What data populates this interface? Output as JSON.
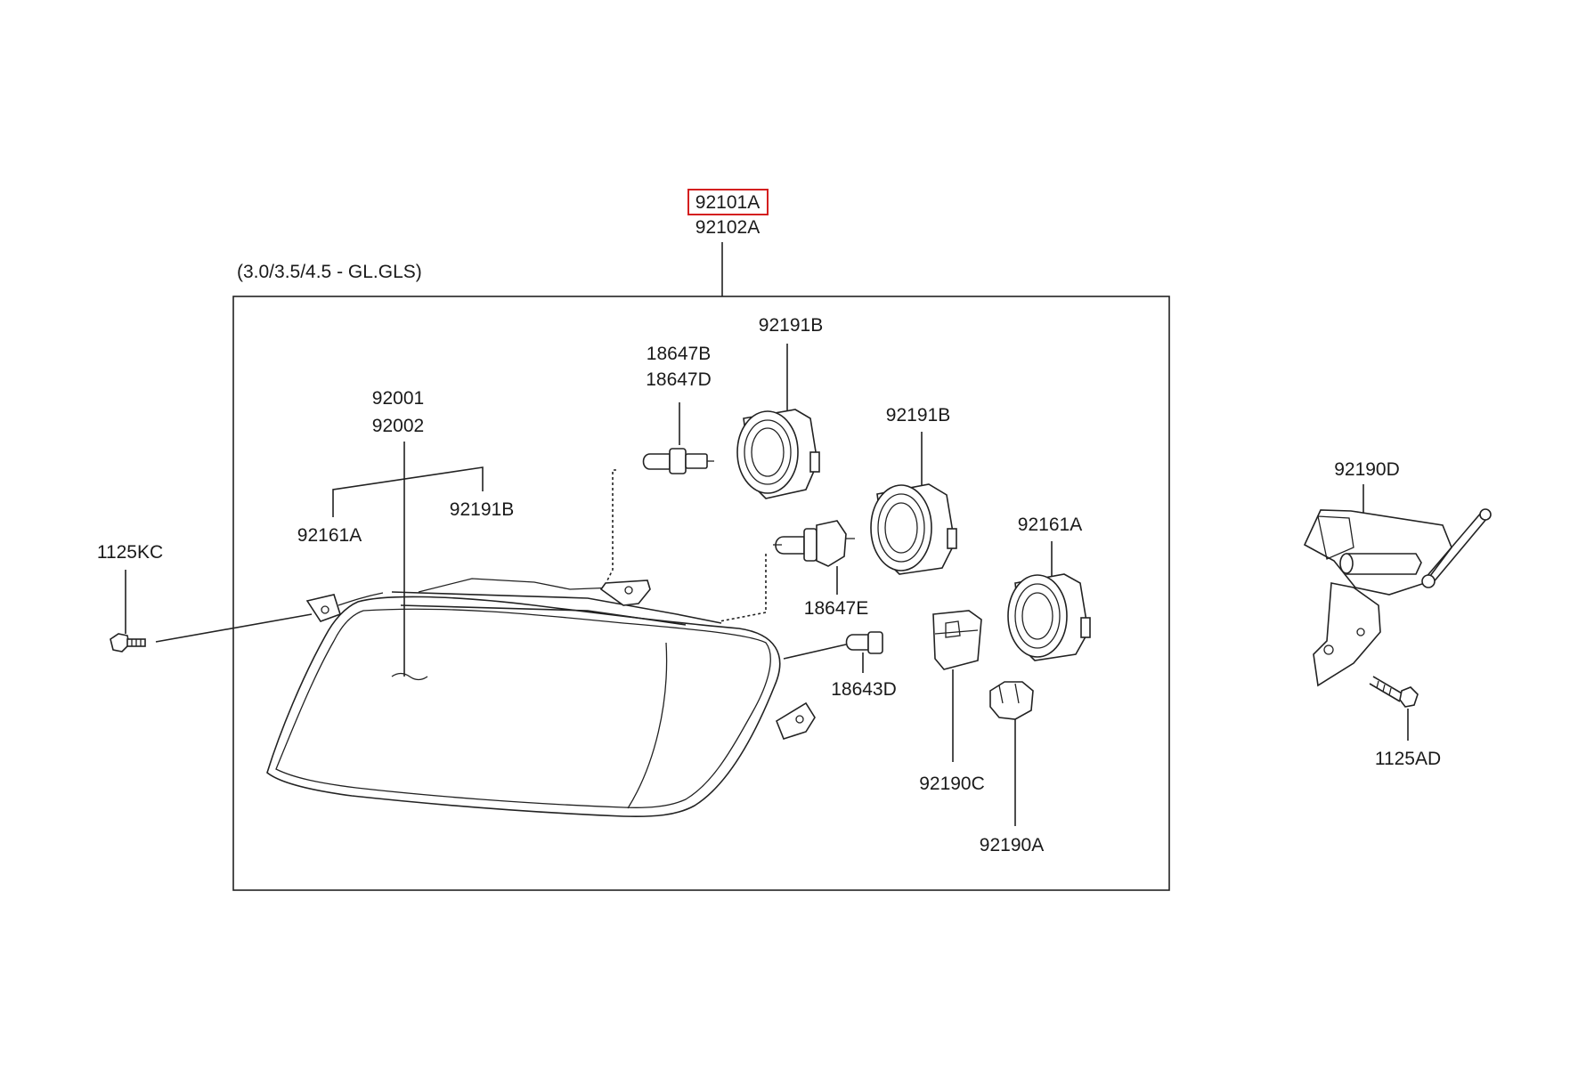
{
  "header": {
    "highlighted_part": "92101A",
    "sub_part": "92102A"
  },
  "assembly": {
    "variant_note": "(3.0/3.5/4.5 - GL.GLS)"
  },
  "labels": {
    "housing_a": "92001",
    "housing_b": "92002",
    "cover_left": "92161A",
    "cover_left_b": "92191B",
    "screw_left": "1125KC",
    "bulb_socket_b": "18647B",
    "bulb_socket_d": "18647D",
    "cap_top": "92191B",
    "cap_mid": "92191B",
    "bulb_e": "18647E",
    "bulb_side": "18643D",
    "cap_right": "92161A",
    "connector_c": "92190C",
    "holder_a": "92190A",
    "bracket_d": "92190D",
    "bolt_right": "1125AD"
  }
}
